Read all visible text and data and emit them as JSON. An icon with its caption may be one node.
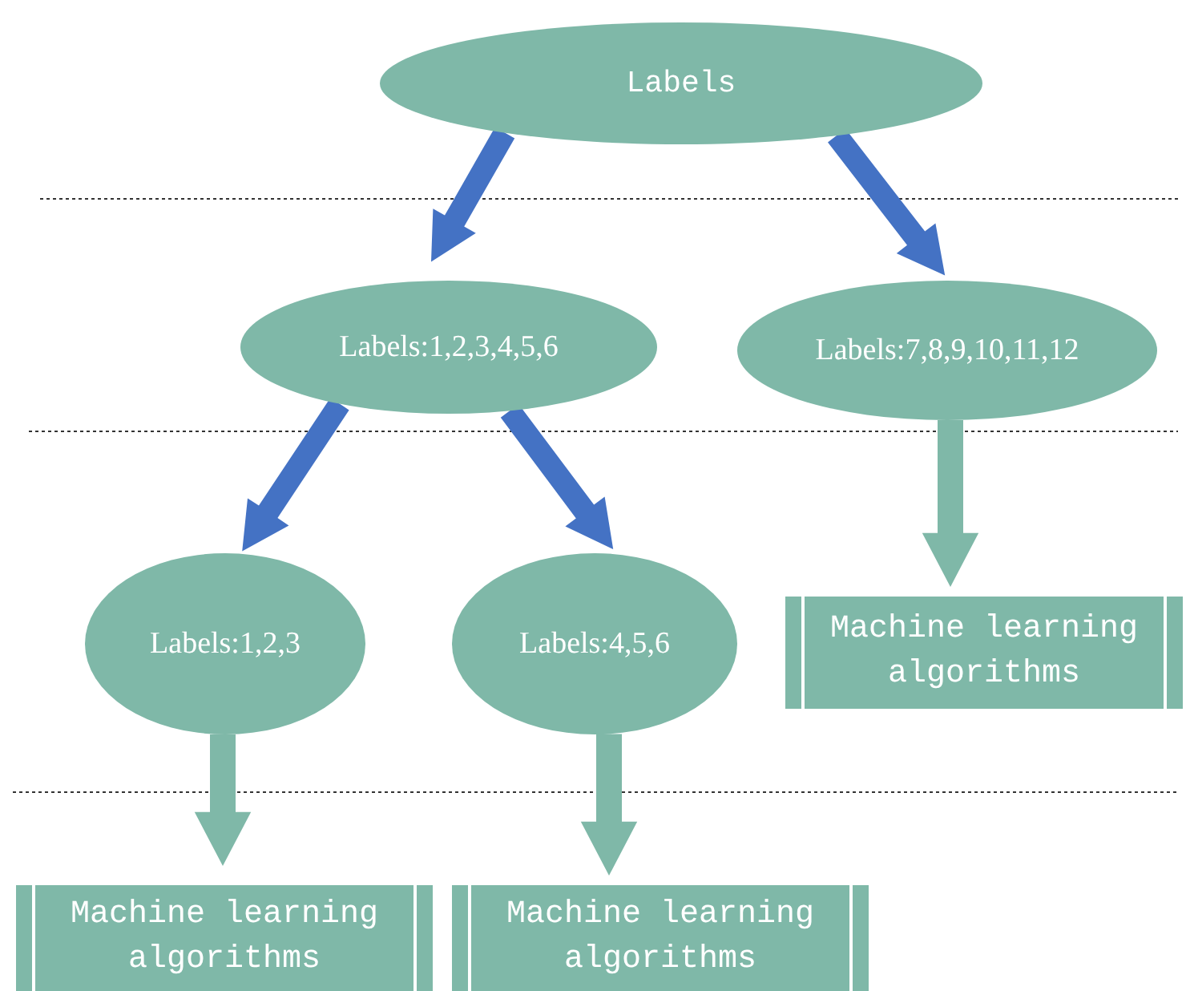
{
  "diagram": {
    "nodes": [
      {
        "text": [
          "Labels"
        ]
      },
      {
        "text": [
          "Labels:1,2,3,4,5,6"
        ]
      },
      {
        "text": [
          "Labels:7,8,9,10,11,12"
        ]
      },
      {
        "text": [
          "Labels:1,2,3"
        ]
      },
      {
        "text": [
          "Labels:4,5,6"
        ]
      },
      {
        "text": [
          "Machine learning algorithms"
        ]
      },
      {
        "text": [
          "Machine learning algorithms"
        ]
      },
      {
        "text": [
          "Machine learning algorithms"
        ]
      }
    ],
    "edges": [
      {
        "from": 0,
        "to": 1,
        "arrow": "to"
      },
      {
        "from": 0,
        "to": 2,
        "arrow": "to"
      },
      {
        "from": 1,
        "to": 3,
        "arrow": "to"
      },
      {
        "from": 1,
        "to": 4,
        "arrow": "to"
      },
      {
        "from": 2,
        "to": 5,
        "arrow": "to",
        "color": "#7fb8a8"
      },
      {
        "from": 3,
        "to": 6,
        "arrow": "to",
        "color": "#7fb8a8"
      },
      {
        "from": 4,
        "to": 7,
        "arrow": "to",
        "color": "#7fb8a8"
      }
    ]
  }
}
